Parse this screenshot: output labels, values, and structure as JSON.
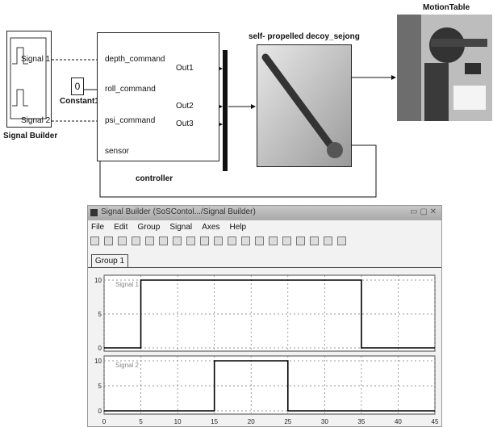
{
  "diagram": {
    "signal_builder": {
      "ports": [
        "Signal 1",
        "Signal 2"
      ],
      "label": "Signal Builder"
    },
    "constant": {
      "value": "0",
      "label": "Constant1"
    },
    "controller": {
      "inputs": [
        "depth_command",
        "roll_command",
        "psi_command",
        "sensor"
      ],
      "outputs": [
        "Out1",
        "Out2",
        "Out3"
      ],
      "label": "controller"
    },
    "decoy": {
      "label": "self- propelled decoy_sejong"
    },
    "motion_table": {
      "label": "MotionTable"
    }
  },
  "signal_builder_window": {
    "title": "Signal Builder (SoSContol.../Signal Builder)",
    "menu": [
      "File",
      "Edit",
      "Group",
      "Signal",
      "Axes",
      "Help"
    ],
    "tab": "Group 1",
    "x_ticks": [
      "0",
      "5",
      "10",
      "15",
      "20",
      "25",
      "30",
      "35",
      "40",
      "45"
    ],
    "y_ticks_top": [
      "10",
      "5",
      "0"
    ],
    "y_ticks_bottom": [
      "10",
      "5",
      "0"
    ],
    "signal_1_label": "Signal 1",
    "signal_2_label": "Signal 2",
    "signal_1_steps": [
      [
        0,
        0
      ],
      [
        5,
        0
      ],
      [
        5,
        10
      ],
      [
        35,
        10
      ],
      [
        35,
        0
      ],
      [
        45,
        0
      ]
    ],
    "signal_2_steps": [
      [
        0,
        0
      ],
      [
        15,
        0
      ],
      [
        15,
        10
      ],
      [
        25,
        10
      ],
      [
        25,
        0
      ],
      [
        45,
        0
      ]
    ],
    "x_range": [
      0,
      45
    ],
    "y_range": [
      0,
      10
    ]
  }
}
